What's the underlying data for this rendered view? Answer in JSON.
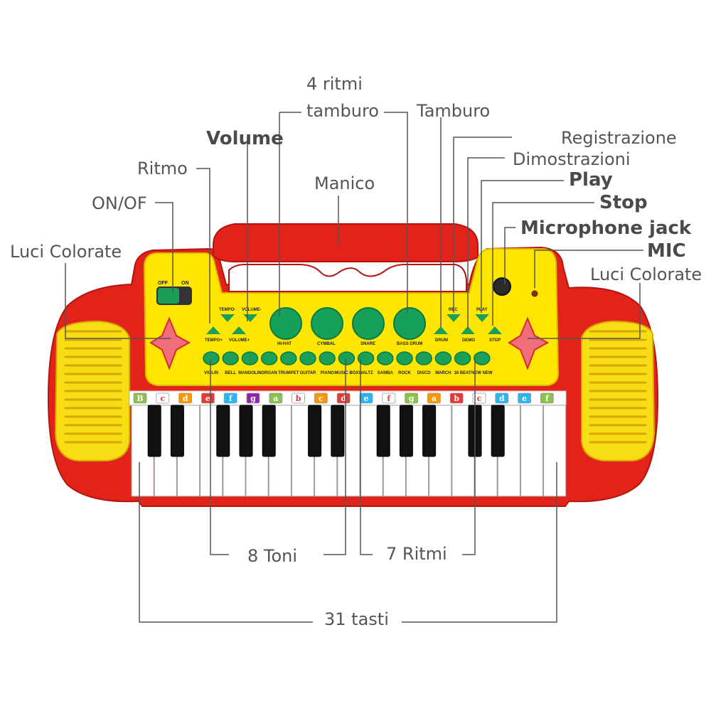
{
  "callouts": {
    "ritmi_line1": "4 ritmi",
    "ritmi_line2": "tamburo",
    "tamburo": "Tamburo",
    "volume": "Volume",
    "registrazione": "Registrazione",
    "dimostrazioni": "Dimostrazioni",
    "ritmo": "Ritmo",
    "manico": "Manico",
    "play": "Play",
    "onoff": "ON/OF",
    "stop": "Stop",
    "microphone_jack": "Microphone jack",
    "mic": "MIC",
    "luci_left": "Luci Colorate",
    "luci_right": "Luci Colorate",
    "toni": "8 Toni",
    "ritmi7": "7 Ritmi",
    "tasti": "31 tasti"
  },
  "panel": {
    "switch_off": "OFF",
    "switch_on": "ON",
    "tempo_minus": "TEMPO-",
    "tempo_plus": "TEMPO+",
    "volume_minus": "VOLUME-",
    "volume_plus": "VOLUME+",
    "drum_pads": [
      "HI-HAT",
      "CYMBAL",
      "SNARE",
      "BASS DRUM"
    ],
    "rec": "REC",
    "play": "PLAY",
    "drum": "DRUM",
    "demo": "DEMO",
    "stop": "STOP",
    "sound_labels": [
      "VIOLIN",
      "BELL",
      "MANDOLIN",
      "ORGAN",
      "TRUMPET",
      "GUITAR",
      "PIANO",
      "MUSIC BOX",
      "WALTZ",
      "SAMBA",
      "ROCK",
      "DISCO",
      "MARCH",
      "16 BEAT",
      "NEW NEW"
    ]
  },
  "note_tags": [
    "B",
    "c",
    "d",
    "e",
    "f",
    "g",
    "a",
    "b",
    "c",
    "d",
    "e",
    "f",
    "g",
    "a",
    "b",
    "c",
    "d",
    "e",
    "f"
  ],
  "note_colors": [
    "#8bc34a",
    "#ffffff",
    "#ff9800",
    "#e53935",
    "#29b6f6",
    "#8e24aa",
    "#8bc34a",
    "#ffffff",
    "#ff9800",
    "#e53935",
    "#29b6f6",
    "#ffffff",
    "#8bc34a",
    "#ff9800",
    "#e53935",
    "#ffffff",
    "#29b6f6",
    "#29b6f6",
    "#8bc34a"
  ],
  "colors": {
    "body_red": "#e2231a",
    "panel_yellow": "#ffe600",
    "pad_green": "#17a05a",
    "speaker_yellow": "#f7dd14",
    "leader_gray": "#555555"
  }
}
